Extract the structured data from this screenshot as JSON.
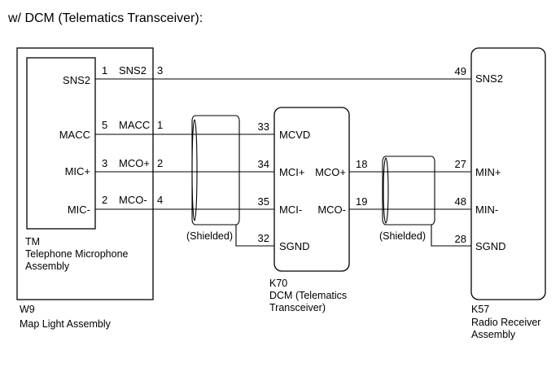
{
  "title": "w/ DCM (Telematics Transceiver):",
  "components": {
    "w9": {
      "code": "W9",
      "name": "Map Light Assembly"
    },
    "tm": {
      "code": "TM",
      "name_line1": "Telephone Microphone",
      "name_line2": "Assembly",
      "pins": [
        {
          "num": "1",
          "label": "SNS2"
        },
        {
          "num": "5",
          "label": "MACC"
        },
        {
          "num": "3",
          "label": "MIC+"
        },
        {
          "num": "2",
          "label": "MIC-"
        }
      ]
    },
    "w9_pins": [
      {
        "num": "3",
        "label": "SNS2"
      },
      {
        "num": "1",
        "label": "MACC"
      },
      {
        "num": "2",
        "label": "MCO+"
      },
      {
        "num": "4",
        "label": "MCO-"
      }
    ],
    "k70": {
      "code": "K70",
      "name_line1": "DCM (Telematics",
      "name_line2": "Transceiver)",
      "left_pins": [
        {
          "num": "33",
          "label": "MCVD"
        },
        {
          "num": "34",
          "label": "MCI+"
        },
        {
          "num": "35",
          "label": "MCI-"
        },
        {
          "num": "32",
          "label": "SGND"
        }
      ],
      "right_pins": [
        {
          "num": "18",
          "label": "MCO+"
        },
        {
          "num": "19",
          "label": "MCO-"
        }
      ]
    },
    "k57": {
      "code": "K57",
      "name_line1": "Radio Receiver",
      "name_line2": "Assembly",
      "pins": [
        {
          "num": "49",
          "label": "SNS2"
        },
        {
          "num": "27",
          "label": "MIN+"
        },
        {
          "num": "48",
          "label": "MIN-"
        },
        {
          "num": "28",
          "label": "SGND"
        }
      ]
    }
  },
  "shield_label": "(Shielded)"
}
